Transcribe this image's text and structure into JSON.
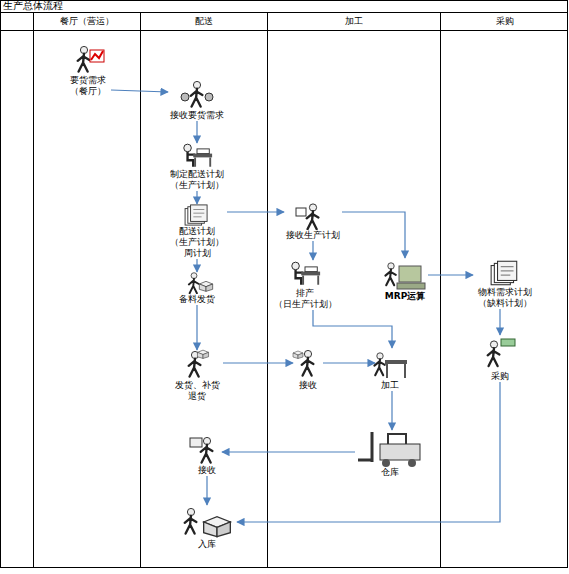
{
  "diagram": {
    "title": "生产总体流程",
    "nodes": [
      {
        "text": [
          "餐厅（营运）"
        ]
      },
      {
        "text": [
          "配送"
        ]
      },
      {
        "text": [
          "加工"
        ]
      },
      {
        "text": [
          "采购"
        ]
      },
      {
        "text": [
          "要货需求 （餐厅）"
        ],
        "in": 0
      },
      {
        "text": [
          "接收要货需求"
        ],
        "in": 1
      },
      {
        "text": [
          "制定配送计划 （生产计划）"
        ],
        "in": 1
      },
      {
        "text": [
          "配送计划 （生产计划） 周计划"
        ],
        "in": 1
      },
      {
        "text": [
          "接收生产计划"
        ],
        "in": 2
      },
      {
        "text": [
          "排产 （日生产计划）"
        ],
        "in": 2
      },
      {
        "text": [
          "MRP运算"
        ],
        "in": 2
      },
      {
        "text": [
          "物料需求计划 （缺料计划）"
        ],
        "in": 3
      },
      {
        "text": [
          "备料发货"
        ],
        "in": 1
      },
      {
        "text": [
          "采购"
        ],
        "in": 3
      },
      {
        "text": [
          "发货、补货 退货"
        ],
        "in": 1
      },
      {
        "text": [
          "接收"
        ],
        "in": 2
      },
      {
        "text": [
          "加工"
        ],
        "in": 2
      },
      {
        "text": [
          "仓库"
        ],
        "in": 2
      },
      {
        "text": [
          "接收"
        ],
        "in": 1
      },
      {
        "text": [
          "入库"
        ],
        "in": 1
      }
    ],
    "edges": [
      {
        "from": 4,
        "to": 5,
        "arrow": "to"
      },
      {
        "from": 5,
        "to": 6,
        "arrow": "to"
      },
      {
        "from": 6,
        "to": 7,
        "arrow": "to"
      },
      {
        "from": 7,
        "to": 8,
        "arrow": "to"
      },
      {
        "from": 7,
        "to": 12,
        "arrow": "to"
      },
      {
        "from": 8,
        "to": 9,
        "arrow": "to"
      },
      {
        "from": 8,
        "to": 10,
        "arrow": "to"
      },
      {
        "from": 10,
        "to": 11,
        "arrow": "to"
      },
      {
        "from": 11,
        "to": 13,
        "arrow": "to"
      },
      {
        "from": 9,
        "to": 16,
        "arrow": "to"
      },
      {
        "from": 12,
        "to": 14,
        "arrow": "to"
      },
      {
        "from": 14,
        "to": 15,
        "arrow": "to"
      },
      {
        "from": 15,
        "to": 16,
        "arrow": "to"
      },
      {
        "from": 16,
        "to": 17,
        "arrow": "to"
      },
      {
        "from": 17,
        "to": 18,
        "arrow": "to"
      },
      {
        "from": 18,
        "to": 19,
        "arrow": "to"
      },
      {
        "from": 13,
        "to": 19,
        "arrow": "to"
      }
    ]
  }
}
